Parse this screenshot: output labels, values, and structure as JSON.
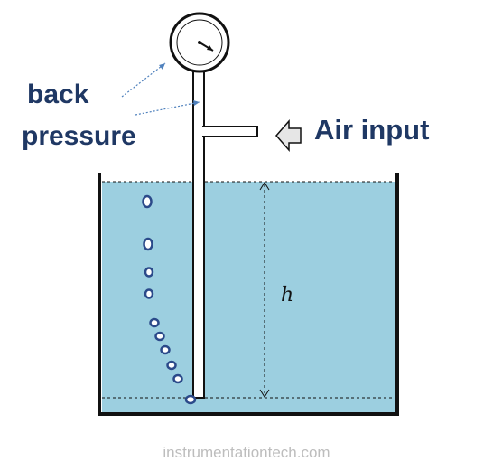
{
  "labels": {
    "back": "back",
    "pressure": "pressure",
    "air_input": "Air input",
    "height": "h"
  },
  "watermark": "instrumentationtech.com",
  "colors": {
    "water": "#9ccfe0",
    "label_text": "#1f3864",
    "outline": "#111111",
    "pointer_line": "#4f81bd",
    "watermark": "#bdbdbd"
  },
  "icons": {
    "pressure_gauge": "pressure-gauge-icon",
    "input_arrow": "arrow-left-icon",
    "bubbles": "air-bubble-icon"
  }
}
